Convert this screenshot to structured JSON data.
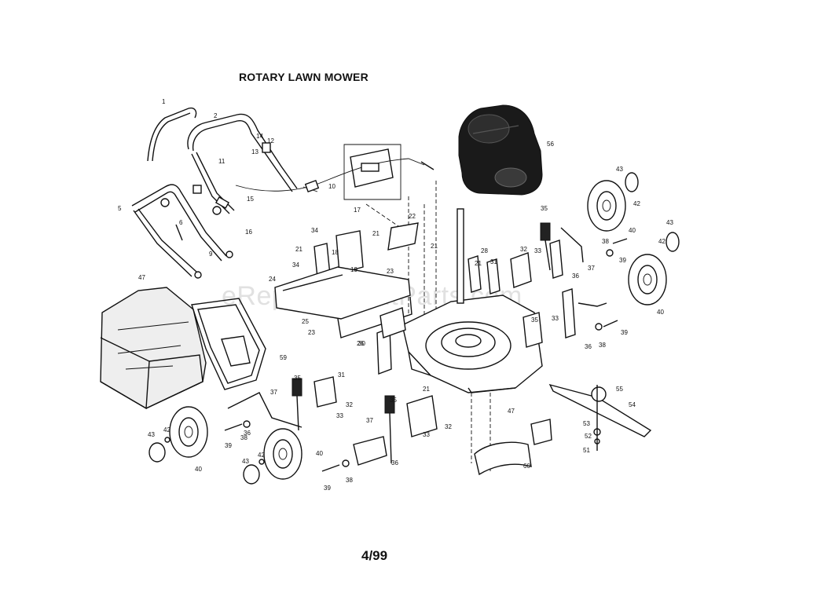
{
  "title": "ROTARY LAWN MOWER",
  "footer": "4/99",
  "watermark": "eReplacementParts.com",
  "callouts": [
    {
      "id": "c1",
      "label": "1"
    },
    {
      "id": "c2",
      "label": "2"
    },
    {
      "id": "c5",
      "label": "5"
    },
    {
      "id": "c6",
      "label": "6"
    },
    {
      "id": "c9",
      "label": "9"
    },
    {
      "id": "c10",
      "label": "10"
    },
    {
      "id": "c11",
      "label": "11"
    },
    {
      "id": "c12",
      "label": "12"
    },
    {
      "id": "c13",
      "label": "13"
    },
    {
      "id": "c14",
      "label": "14"
    },
    {
      "id": "c15",
      "label": "15"
    },
    {
      "id": "c16",
      "label": "16"
    },
    {
      "id": "c17",
      "label": "17"
    },
    {
      "id": "c18",
      "label": "18"
    },
    {
      "id": "c19",
      "label": "19"
    },
    {
      "id": "c21a",
      "label": "21"
    },
    {
      "id": "c21b",
      "label": "21"
    },
    {
      "id": "c21c",
      "label": "21"
    },
    {
      "id": "c21d",
      "label": "21"
    },
    {
      "id": "c21e",
      "label": "21"
    },
    {
      "id": "c22",
      "label": "22"
    },
    {
      "id": "c23a",
      "label": "23"
    },
    {
      "id": "c23b",
      "label": "23"
    },
    {
      "id": "c24",
      "label": "24"
    },
    {
      "id": "c25",
      "label": "25"
    },
    {
      "id": "c26",
      "label": "26"
    },
    {
      "id": "c28",
      "label": "28"
    },
    {
      "id": "c30",
      "label": "30"
    },
    {
      "id": "c31a",
      "label": "31"
    },
    {
      "id": "c31b",
      "label": "31"
    },
    {
      "id": "c32a",
      "label": "32"
    },
    {
      "id": "c32b",
      "label": "32"
    },
    {
      "id": "c32c",
      "label": "32"
    },
    {
      "id": "c33a",
      "label": "33"
    },
    {
      "id": "c33b",
      "label": "33"
    },
    {
      "id": "c33c",
      "label": "33"
    },
    {
      "id": "c33d",
      "label": "33"
    },
    {
      "id": "c34a",
      "label": "34"
    },
    {
      "id": "c34b",
      "label": "34"
    },
    {
      "id": "c35a",
      "label": "35"
    },
    {
      "id": "c35b",
      "label": "35"
    },
    {
      "id": "c35c",
      "label": "35"
    },
    {
      "id": "c35d",
      "label": "35"
    },
    {
      "id": "c36a",
      "label": "36"
    },
    {
      "id": "c36b",
      "label": "36"
    },
    {
      "id": "c36c",
      "label": "36"
    },
    {
      "id": "c36d",
      "label": "36"
    },
    {
      "id": "c37a",
      "label": "37"
    },
    {
      "id": "c37b",
      "label": "37"
    },
    {
      "id": "c37c",
      "label": "37"
    },
    {
      "id": "c38a",
      "label": "38"
    },
    {
      "id": "c38b",
      "label": "38"
    },
    {
      "id": "c38c",
      "label": "38"
    },
    {
      "id": "c38d",
      "label": "38"
    },
    {
      "id": "c39a",
      "label": "39"
    },
    {
      "id": "c39b",
      "label": "39"
    },
    {
      "id": "c39c",
      "label": "39"
    },
    {
      "id": "c39d",
      "label": "39"
    },
    {
      "id": "c40a",
      "label": "40"
    },
    {
      "id": "c40b",
      "label": "40"
    },
    {
      "id": "c40c",
      "label": "40"
    },
    {
      "id": "c40d",
      "label": "40"
    },
    {
      "id": "c42a",
      "label": "42"
    },
    {
      "id": "c42b",
      "label": "42"
    },
    {
      "id": "c42c",
      "label": "42"
    },
    {
      "id": "c42d",
      "label": "42"
    },
    {
      "id": "c43a",
      "label": "43"
    },
    {
      "id": "c43b",
      "label": "43"
    },
    {
      "id": "c43c",
      "label": "43"
    },
    {
      "id": "c43d",
      "label": "43"
    },
    {
      "id": "c47a",
      "label": "47"
    },
    {
      "id": "c47b",
      "label": "47"
    },
    {
      "id": "c51",
      "label": "51"
    },
    {
      "id": "c52",
      "label": "52"
    },
    {
      "id": "c53",
      "label": "53"
    },
    {
      "id": "c54",
      "label": "54"
    },
    {
      "id": "c55",
      "label": "55"
    },
    {
      "id": "c56",
      "label": "56"
    },
    {
      "id": "c59",
      "label": "59"
    },
    {
      "id": "c60",
      "label": "60"
    }
  ]
}
